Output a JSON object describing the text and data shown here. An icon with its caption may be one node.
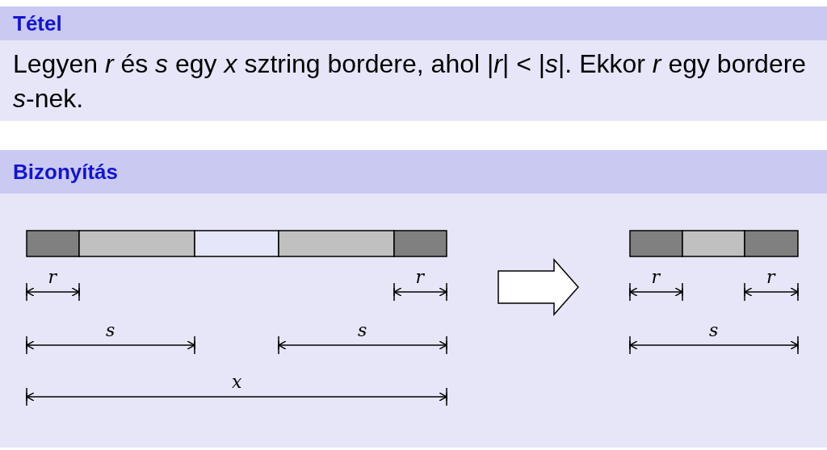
{
  "diagram": {
    "nodes": [
      {
        "text": [
          "Tétel",
          "Legyen *r* és *s* egy *x* sztring bordere, ahol |*r*| < |*s*|. Ekkor *r* egy bordere *s*-nek."
        ]
      },
      {
        "text": [
          "Bizonyítás"
        ]
      },
      {
        "text": [],
        "shape": "bar",
        "in": 1
      },
      {
        "text": [],
        "shape": "bar",
        "in": 1
      }
    ],
    "edges": [
      {
        "from": 2,
        "to": 3,
        "arrow": "to",
        "style": "thick"
      }
    ],
    "labels": [
      "r",
      "r",
      "r",
      "r",
      "s",
      "s",
      "s",
      "x"
    ]
  }
}
